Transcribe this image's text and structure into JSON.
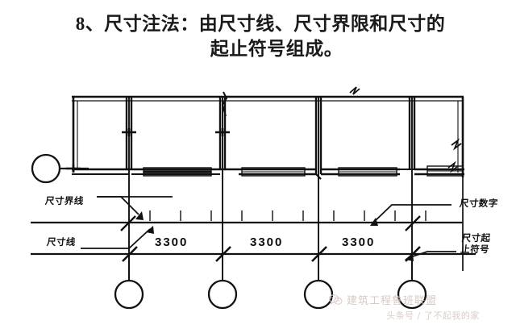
{
  "heading": {
    "number": "8、",
    "line1": "8、尺寸注法：由尺寸线、尺寸界限和尺寸的",
    "line2": "起止符号组成。"
  },
  "annotations": {
    "extension_line": "尺寸界线",
    "dimension_line": "尺寸线",
    "dimension_number": "尺寸数字",
    "terminator_line1": "尺寸起",
    "terminator_line2": "止符号"
  },
  "dimensions": {
    "values": [
      "3300",
      "3300",
      "3300"
    ],
    "unit_note": ""
  },
  "watermark": {
    "brand": "建筑工程鲁班联盟",
    "subtitle": "头条号 / 了不起我的家",
    "icon": "wechat-icon",
    "color": "#d9c9c4"
  },
  "colors": {
    "ink": "#111111",
    "paper": "#ffffff",
    "line": "#1a1a1a"
  },
  "drawing": {
    "type": "architectural-floor-plan",
    "grid_bubbles": 4,
    "bubble_labels": [
      "",
      "",
      "",
      ""
    ],
    "bays": 3,
    "break_symbols": 3
  }
}
